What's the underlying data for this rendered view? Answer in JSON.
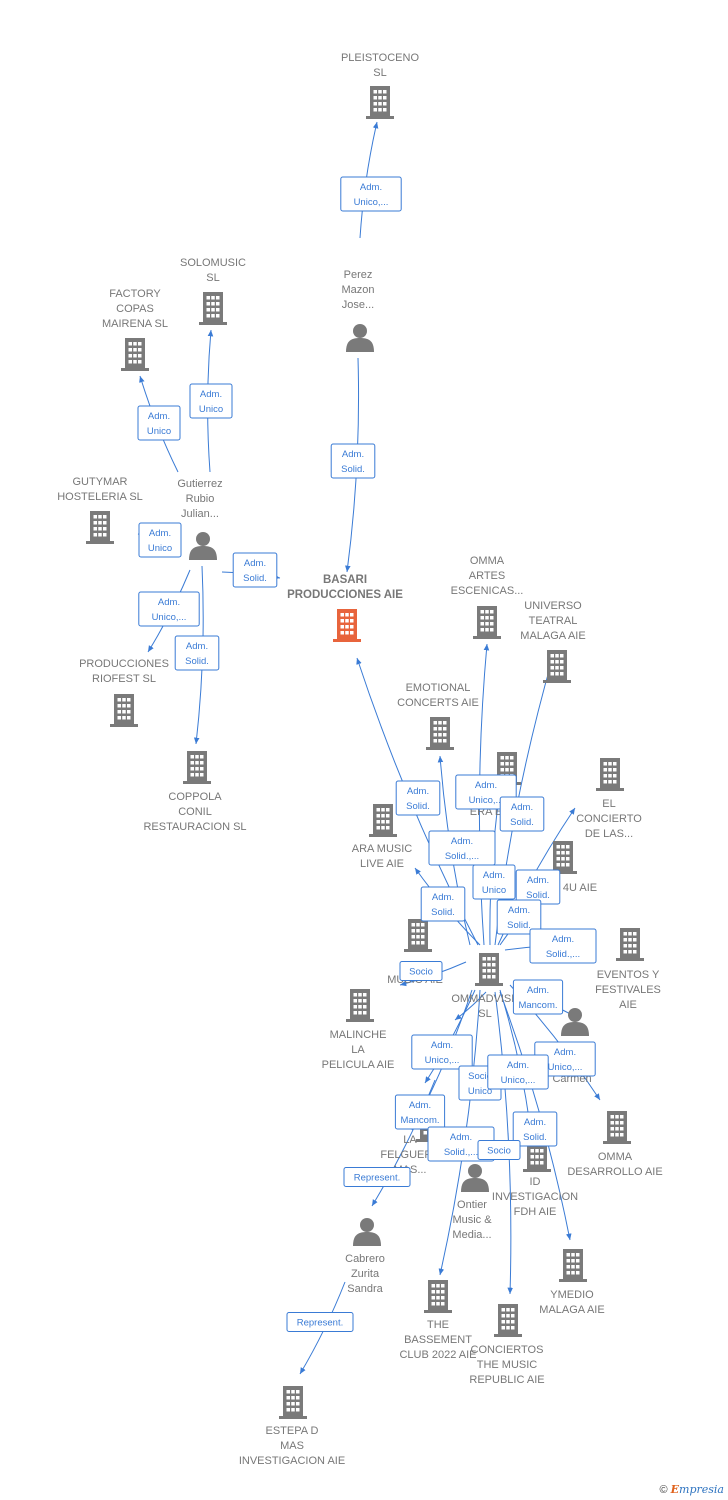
{
  "colors": {
    "edge": "#3a7bd5",
    "node": "#7a7a7a",
    "focus": "#e8643c",
    "label": "#777777"
  },
  "nodes": [
    {
      "id": "pleistoceno",
      "type": "company",
      "lines": [
        "PLEISTOCENO",
        "SL"
      ]
    },
    {
      "id": "perez",
      "type": "person",
      "lines": [
        "Perez",
        "Mazon",
        "Jose..."
      ]
    },
    {
      "id": "solomusic",
      "type": "company",
      "lines": [
        "SOLOMUSIC",
        "SL"
      ]
    },
    {
      "id": "factory",
      "type": "company",
      "lines": [
        "FACTORY",
        "COPAS",
        "MAIRENA SL"
      ]
    },
    {
      "id": "gutymar",
      "type": "company",
      "lines": [
        "GUTYMAR",
        "HOSTELERIA SL"
      ]
    },
    {
      "id": "gutierrez",
      "type": "person",
      "lines": [
        "Gutierrez",
        "Rubio",
        "Julian..."
      ]
    },
    {
      "id": "basari",
      "type": "focus",
      "lines": [
        "BASARI",
        "PRODUCCIONES AIE"
      ]
    },
    {
      "id": "riofest",
      "type": "company",
      "lines": [
        "PRODUCCIONES",
        "RIOFEST  SL"
      ]
    },
    {
      "id": "coppola",
      "type": "company",
      "lines": [
        "COPPOLA",
        "CONIL",
        "RESTAURACION SL"
      ]
    },
    {
      "id": "omma_artes",
      "type": "company",
      "lines": [
        "OMMA",
        "ARTES",
        "ESCENICAS..."
      ]
    },
    {
      "id": "universo",
      "type": "company",
      "lines": [
        "UNIVERSO",
        "TEATRAL",
        "MALAGA AIE"
      ]
    },
    {
      "id": "emotional",
      "type": "company",
      "lines": [
        "EMOTIONAL",
        "CONCERTS AIE"
      ]
    },
    {
      "id": "era",
      "type": "company",
      "lines": [
        "ERA E"
      ]
    },
    {
      "id": "concierto",
      "type": "company",
      "lines": [
        "EL",
        "CONCIERTO",
        "DE LAS..."
      ]
    },
    {
      "id": "ara",
      "type": "company",
      "lines": [
        "ARA MUSIC",
        "LIVE AIE"
      ]
    },
    {
      "id": "4u",
      "type": "company",
      "lines": [
        "4U AIE"
      ]
    },
    {
      "id": "music_aie",
      "type": "company",
      "lines": [
        "MUSIC AIE"
      ]
    },
    {
      "id": "eventos",
      "type": "company",
      "lines": [
        "EVENTOS Y",
        "FESTIVALES",
        "AIE"
      ]
    },
    {
      "id": "ommadvise",
      "type": "company",
      "lines": [
        "OMMADVISE",
        "SL"
      ]
    },
    {
      "id": "malinche",
      "type": "company",
      "lines": [
        "MALINCHE",
        "LA",
        "PELICULA AIE"
      ]
    },
    {
      "id": "person_carmen",
      "type": "person",
      "lines": [
        "Carmen"
      ]
    },
    {
      "id": "omma_des",
      "type": "company",
      "lines": [
        "OMMA",
        "DESARROLLO AIE"
      ]
    },
    {
      "id": "felguera",
      "type": "company",
      "lines": [
        "LA",
        "FELGUERA",
        "MAS..."
      ]
    },
    {
      "id": "id_inv",
      "type": "company",
      "lines": [
        "ID",
        "INVESTIGACION",
        "FDH  AIE"
      ]
    },
    {
      "id": "ontier",
      "type": "person",
      "lines": [
        "Ontier",
        "Music &",
        "Media..."
      ]
    },
    {
      "id": "cabrero",
      "type": "person",
      "lines": [
        "Cabrero",
        "Zurita",
        "Sandra"
      ]
    },
    {
      "id": "ymedio",
      "type": "company",
      "lines": [
        "YMEDIO",
        "MALAGA AIE"
      ]
    },
    {
      "id": "bassement",
      "type": "company",
      "lines": [
        "THE",
        "BASSEMENT",
        "CLUB 2022 AIE"
      ]
    },
    {
      "id": "conciertos",
      "type": "company",
      "lines": [
        "CONCIERTOS",
        "THE MUSIC",
        "REPUBLIC AIE"
      ]
    },
    {
      "id": "estepa",
      "type": "company",
      "lines": [
        "ESTEPA D",
        "MAS",
        "INVESTIGACION AIE"
      ]
    }
  ],
  "edge_labels": [
    {
      "lines": [
        "Adm.",
        "Unico,..."
      ]
    },
    {
      "lines": [
        "Adm.",
        "Solid."
      ]
    },
    {
      "lines": [
        "Adm.",
        "Unico"
      ]
    },
    {
      "lines": [
        "Adm.",
        "Unico"
      ]
    },
    {
      "lines": [
        "Adm.",
        "Unico"
      ]
    },
    {
      "lines": [
        "Adm.",
        "Solid."
      ]
    },
    {
      "lines": [
        "Adm.",
        "Unico,..."
      ]
    },
    {
      "lines": [
        "Adm.",
        "Solid."
      ]
    },
    {
      "lines": [
        "Adm.",
        "Solid."
      ]
    },
    {
      "lines": [
        "Adm.",
        "Unico,..."
      ]
    },
    {
      "lines": [
        "Adm.",
        "Solid."
      ]
    },
    {
      "lines": [
        "Adm.",
        "Solid.,..."
      ]
    },
    {
      "lines": [
        "Adm.",
        "Unico"
      ]
    },
    {
      "lines": [
        "Adm.",
        "Solid."
      ]
    },
    {
      "lines": [
        "Adm.",
        "Solid."
      ]
    },
    {
      "lines": [
        "Adm.",
        "Solid."
      ]
    },
    {
      "lines": [
        "Adm.",
        "Solid.,..."
      ]
    },
    {
      "lines": [
        "Socio"
      ]
    },
    {
      "lines": [
        "Adm.",
        "Mancom."
      ]
    },
    {
      "lines": [
        "Adm.",
        "Unico,..."
      ]
    },
    {
      "lines": [
        "Adm.",
        "Unico,..."
      ]
    },
    {
      "lines": [
        "Socio",
        "Unico"
      ]
    },
    {
      "lines": [
        "Adm.",
        "Unico,..."
      ]
    },
    {
      "lines": [
        "Adm.",
        "Mancom."
      ]
    },
    {
      "lines": [
        "Adm.",
        "Solid."
      ]
    },
    {
      "lines": [
        "Adm.",
        "Solid.,..."
      ]
    },
    {
      "lines": [
        "Socio"
      ]
    },
    {
      "lines": [
        "Represent."
      ]
    },
    {
      "lines": [
        "Represent."
      ]
    }
  ],
  "footer": {
    "copyright": "©",
    "brand_e": "E",
    "brand_rest": "mpresia"
  }
}
